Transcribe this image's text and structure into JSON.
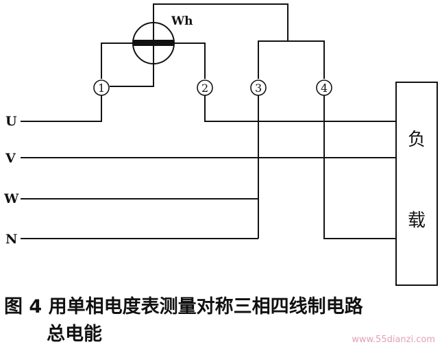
{
  "meter": {
    "label": "Wh"
  },
  "terminals": [
    "1",
    "2",
    "3",
    "4"
  ],
  "lines": [
    "U",
    "V",
    "W",
    "N"
  ],
  "load": {
    "char1": "负",
    "char2": "载"
  },
  "caption": {
    "line1": "图 4  用单相电度表测量对称三相四线制电路",
    "line2": "总电能"
  },
  "watermark": "www.55dianzi.com"
}
